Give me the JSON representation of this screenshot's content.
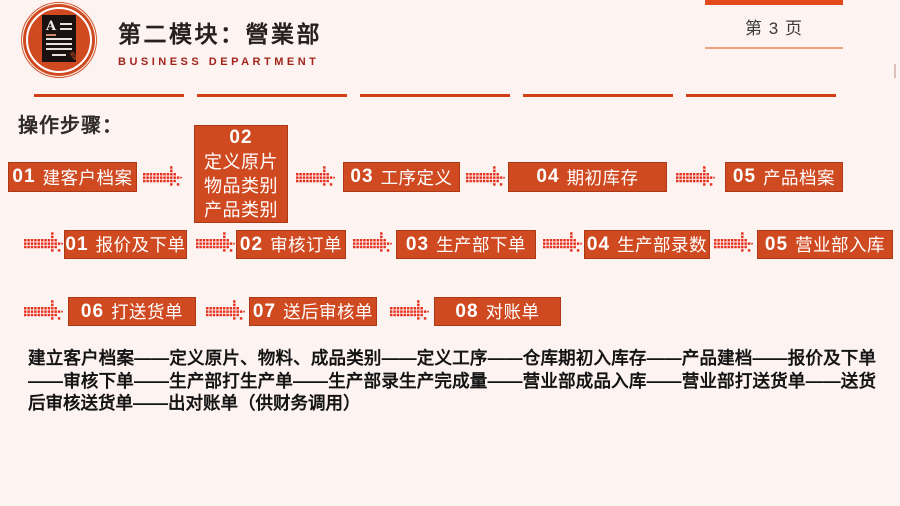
{
  "colors": {
    "background": "#fdf3f1",
    "box": "#d04a21",
    "arrow": "#e5301d",
    "accent_bar": "#e2491c",
    "divider": "#d23e16",
    "title": "#262120",
    "subtitle": "#a2241c",
    "summary_text": "#141414"
  },
  "header": {
    "title": "第二模块：營業部",
    "subtitle": "BUSINESS DEPARTMENT",
    "logo_letter": "A",
    "page_label": "第 3 页"
  },
  "icons": {
    "logo": "document-icon",
    "pencil_glyph": "✎",
    "flow_arrow": "dot-arrow-icon"
  },
  "heading": "操作步骤：",
  "flow": {
    "row1": [
      {
        "num": "01",
        "label": "建客户档案"
      },
      {
        "num": "02",
        "label": "定义原片\n物品类别\n产品类别"
      },
      {
        "num": "03",
        "label": "工序定义"
      },
      {
        "num": "04",
        "label": "期初库存"
      },
      {
        "num": "05",
        "label": "产品档案"
      }
    ],
    "row2": [
      {
        "num": "01",
        "label": "报价及下单"
      },
      {
        "num": "02",
        "label": "审核订单"
      },
      {
        "num": "03",
        "label": "生产部下单"
      },
      {
        "num": "04",
        "label": "生产部录数"
      },
      {
        "num": "05",
        "label": "营业部入库"
      }
    ],
    "row3": [
      {
        "num": "06",
        "label": "打送货单"
      },
      {
        "num": "07",
        "label": "送后审核单"
      },
      {
        "num": "08",
        "label": "对账单"
      }
    ]
  },
  "summary": "建立客户档案——定义原片、物料、成品类别——定义工序——仓库期初入库存——产品建档——报价及下单——审核下单——生产部打生产单——生产部录生产完成量——营业部成品入库——营业部打送货单——送货后审核送货单——出对账单（供财务调用）"
}
